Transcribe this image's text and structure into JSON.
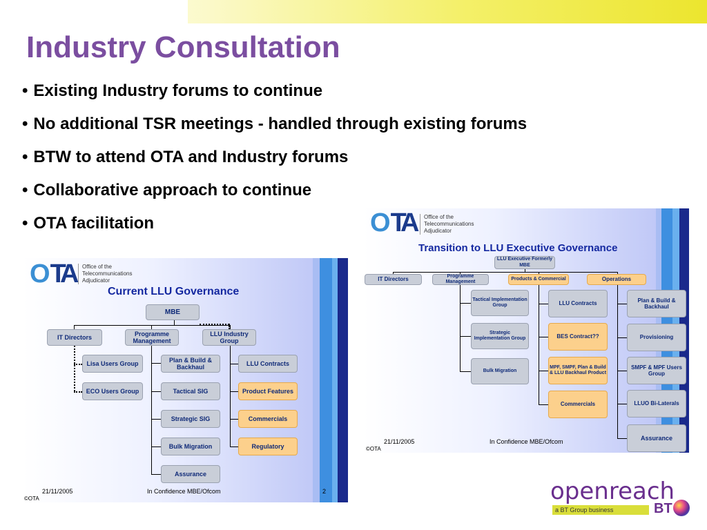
{
  "title": "Industry Consultation",
  "bullets": [
    "Existing Industry forums to continue",
    "No additional TSR meetings - handled through existing forums",
    "BTW to attend OTA and Industry forums",
    "Collaborative approach to continue",
    "OTA facilitation"
  ],
  "ota_logo": {
    "mark": "OTA",
    "name_lines": [
      "Office of the",
      "Telecommunications",
      "Adjudicator"
    ]
  },
  "left_slide": {
    "title": "Current LLU Governance",
    "top": "MBE",
    "level2": [
      "IT Directors",
      "Programme Management",
      "LLU Industry Group"
    ],
    "col_a": [
      "Lisa Users Group",
      "ECO Users Group"
    ],
    "col_b": [
      "Plan & Build & Backhaul",
      "Tactical SIG",
      "Strategic SIG",
      "Bulk Migration",
      "Assurance"
    ],
    "col_c": [
      "LLU Contracts",
      "Product Features",
      "Commercials",
      "Regulatory"
    ],
    "footer": {
      "date": "21/11/2005",
      "confidentiality": "In Confidence MBE/Ofcom",
      "page": "2",
      "copyright": "©OTA"
    }
  },
  "right_slide": {
    "title": "Transition to LLU Executive Governance",
    "top": "LLU Executive Formerly MBE",
    "level2": [
      "IT Directors",
      "Programme Management",
      "Products & Commercial",
      "Operations"
    ],
    "col_a": [
      "Tactical Implementation Group",
      "Strategic Implementation Group",
      "Bulk Migration"
    ],
    "col_b": [
      "LLU Contracts",
      "BES Contract??",
      "MPF, SMPF, Plan & Build & LLU Backhaul Product",
      "Commercials"
    ],
    "col_c": [
      "Plan & Build & Backhaul",
      "Provisioning",
      "SMPF & MPF Users Group",
      "LLUO Bi-Laterals",
      "Assurance"
    ],
    "footer": {
      "date": "21/11/2005",
      "confidentiality": "In Confidence MBE/Ofcom",
      "copyright": "©OTA"
    }
  },
  "brand": {
    "name": "openreach",
    "tagline": "a BT Group business",
    "parent": "BT"
  },
  "colors": {
    "title": "#7b4ea0",
    "box_text": "#0f2a78",
    "grey_box": "#c9ced8",
    "orange_box": "#fcd08c",
    "slide_title": "#1428a0"
  }
}
